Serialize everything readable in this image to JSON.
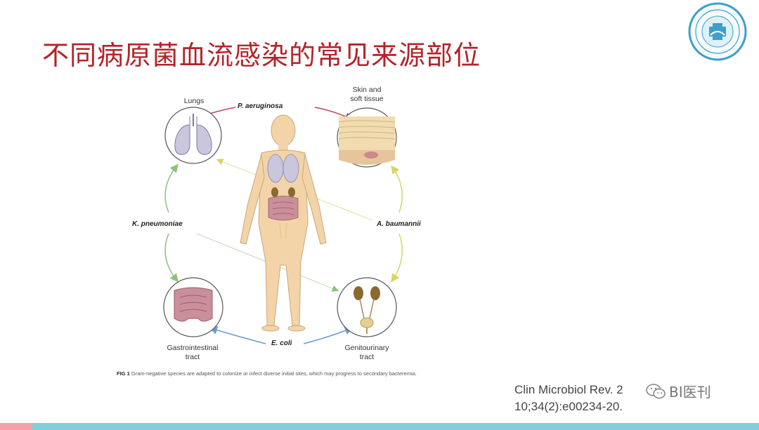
{
  "slide": {
    "title": "不同病原菌血流感染的常见来源部位"
  },
  "diagram": {
    "sites": {
      "lungs": "Lungs",
      "skin_line1": "Skin and",
      "skin_line2": "soft tissue",
      "gi_line1": "Gastrointestinal",
      "gi_line2": "tract",
      "gu_line1": "Genitourinary",
      "gu_line2": "tract"
    },
    "species": {
      "p_aeruginosa": "P. aeruginosa",
      "k_pneumoniae": "K. pneumoniae",
      "a_baumannii": "A. baumannii",
      "e_coli": "E. coli"
    },
    "arrow_colors": {
      "p_aeruginosa": "#c0455a",
      "k_pneumoniae": "#8cc47a",
      "a_baumannii": "#d8d468",
      "e_coli": "#6a9ccf"
    },
    "caption_label": "FIG 1",
    "caption_text": "Gram-negative species are adapted to colonize or infect diverse initial sites, which may progress to secondary bacteremia."
  },
  "citation": {
    "line1": "Clin Microbiol Rev. 2",
    "line2": "10;34(2):e00234-20."
  },
  "watermark": {
    "text": "BI医刊",
    "icon": "wechat-icon"
  }
}
